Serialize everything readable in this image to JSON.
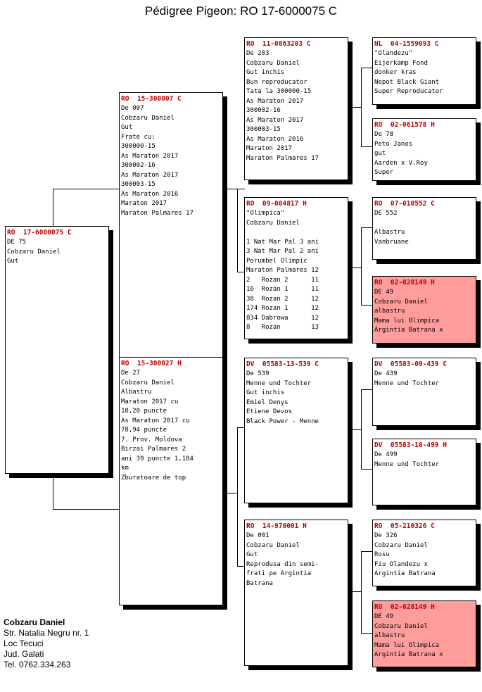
{
  "title": "Pédigree Pigeon: RO  17-6000075 C",
  "owner": {
    "name": "Cobzaru Daniel",
    "lines": [
      "Str. Natalia Negru nr. 1",
      "Loc Tecuci",
      "Jud. Galati",
      "Tel. 0762.334.263"
    ]
  },
  "highlight_color": "#ff9d9d",
  "ring_color": "#c00000",
  "birds": {
    "subject": {
      "ring": "RO  17-6000075 C",
      "lines": [
        "DE 75",
        "Cobzaru Daniel",
        "Gut"
      ]
    },
    "sire": {
      "ring": "RO  15-300007 C",
      "lines": [
        "De 007",
        "Cobzaru Daniel",
        "Gut",
        "Frate cu:",
        "300000-15",
        "As Maraton 2017",
        "300002-16",
        "As Maraton 2017",
        "300003-15",
        "As Maraton 2016",
        "Maraton 2017",
        "Maraton Palmares 17"
      ]
    },
    "dam": {
      "ring": "RO  15-300027 H",
      "lines": [
        "De 27",
        "Cobzaru Daniel",
        "Albastru",
        "Maraton 2017 cu",
        "18,20 puncte",
        "As Maraton 2017 cu",
        "78,94 puncte",
        "7. Prov. Moldova",
        "Birzai Palmares 2",
        "ani 39 puncte 1,184",
        "km",
        "Zburatoare de top"
      ]
    },
    "ss": {
      "ring": "RO  11-0863203 C",
      "lines": [
        "De 203",
        "Cobzaru Daniel",
        "Gut inchis",
        "Bun reproducator",
        "Tata la 300000-15",
        "As Maraton 2017",
        "300002-16",
        "As Maraton 2017",
        "300003-15",
        "As Maraton 2016",
        "Maraton 2017",
        "Maraton Palmares 17"
      ]
    },
    "sd": {
      "ring": "RO  09-004817 H",
      "lines": [
        "\"Olimpica\"",
        "Cobzaru Daniel",
        "",
        "1 Nat Mar Pal 3 ani",
        "3 Nat Mar Pal 2 ani",
        "Porumbel Olimpic",
        "Maraton Palmares 12",
        "2   Rozan 2      11",
        "16  Rozan 1      11",
        "38  Rozan 2      12",
        "174 Rozan 1      12",
        "834 Dabrowa      12",
        "8   Rozan        13"
      ]
    },
    "ds": {
      "ring": "DV  05583-13-539 C",
      "lines": [
        "De 539",
        "Menne und Tochter",
        "Gut inchis",
        "Emiel Denys",
        "Etiene Devos",
        "Black Power - Menne"
      ]
    },
    "dd": {
      "ring": "RO  14-970001 H",
      "lines": [
        "De 001",
        "Cobzaru Daniel",
        "Gut",
        "Reprodusa din semi-",
        "frati pe Argintia",
        "Batrana"
      ]
    },
    "sss": {
      "ring": "NL  04-1559093 C",
      "lines": [
        "\"Olandezu\"",
        "Eijerkamp Fond",
        "donker kras",
        "Nepot Black Giant",
        "Super Reproducator"
      ]
    },
    "ssd": {
      "ring": "RO  02-061578 H",
      "lines": [
        "De 78",
        "Peto Janos",
        "gut",
        "Aarden x V.Roy",
        "Super"
      ]
    },
    "sds": {
      "ring": "RO  07-010552 C",
      "lines": [
        "DE 552",
        "",
        "Albastru",
        "Vanbruane"
      ]
    },
    "sdd": {
      "ring": "RO  02-028149 H",
      "lines": [
        "DE 49",
        "Cobzaru Daniel",
        "albastru",
        "Mama lui Olimpica",
        "Argintia Batrana x"
      ]
    },
    "dss": {
      "ring": "DV  05583-09-439 C",
      "lines": [
        "De 439",
        "Menne und Tochter"
      ]
    },
    "dsd": {
      "ring": "DV  05583-10-499 H",
      "lines": [
        "De 499",
        "Menne und Tochter"
      ]
    },
    "dds": {
      "ring": "RO  05-210326 C",
      "lines": [
        "De 326",
        "Cobzaru Daniel",
        "Rosu",
        "Fiu Olandezu x",
        "Argintia Batrana"
      ]
    },
    "ddd": {
      "ring": "RO  02-028149 H",
      "lines": [
        "DE 49",
        "Cobzaru Daniel",
        "albastru",
        "Mama lui Olimpica",
        "Argintia Batrana x"
      ]
    }
  }
}
